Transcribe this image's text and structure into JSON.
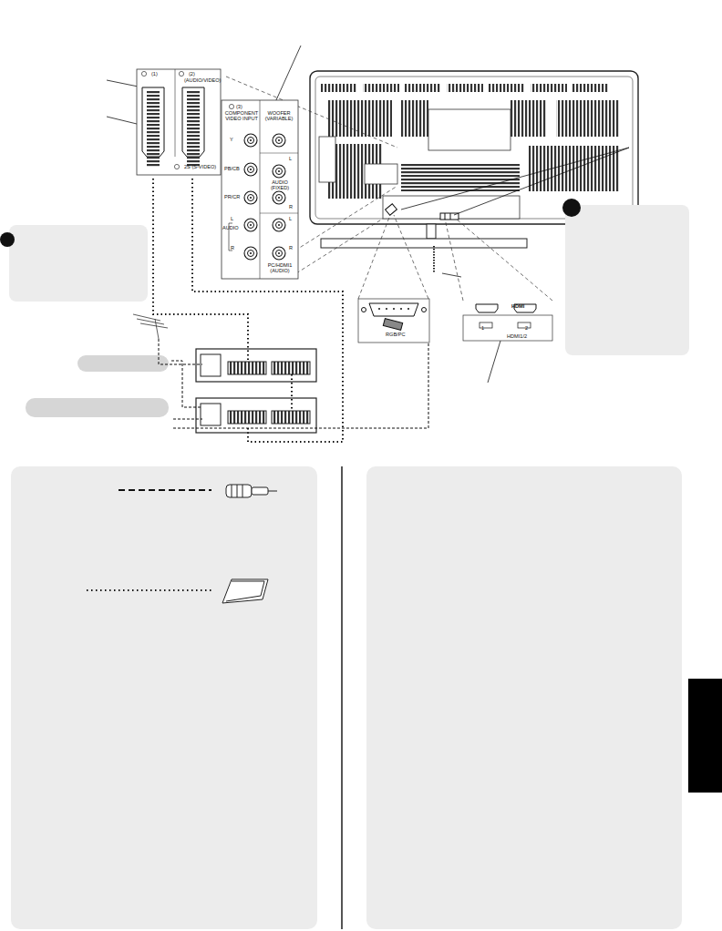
{
  "diagram": {
    "nodes": [
      {
        "text": [
          "(1)",
          "(2)",
          "(AUDIO/VIDEO)",
          "2S (S-VIDEO)"
        ]
      },
      {
        "text": [
          "(3)",
          "COMPONENT VIDEO INPUT",
          "Y",
          "PB/CB",
          "PR/CR",
          "L",
          "AUDIO",
          "R",
          "WOOFER (VARIABLE)",
          "L",
          "AUDIO (FIXED)",
          "R",
          "L",
          "R",
          "PC/HDMI1 (AUDIO)"
        ]
      },
      {
        "text": [
          "RGB/PC"
        ]
      },
      {
        "text": [
          "HDMI",
          "1",
          "2",
          "HDMI1/2"
        ]
      }
    ]
  }
}
